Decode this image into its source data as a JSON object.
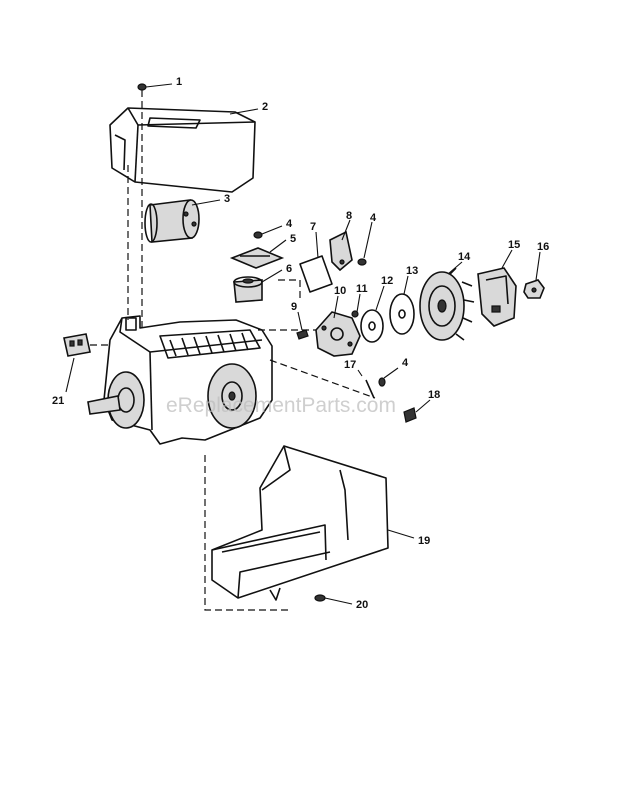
{
  "diagram": {
    "callouts": [
      "1",
      "2",
      "3",
      "4",
      "5",
      "6",
      "7",
      "8",
      "4",
      "9",
      "10",
      "11",
      "12",
      "13",
      "14",
      "15",
      "16",
      "17",
      "4",
      "18",
      "19",
      "20",
      "21"
    ],
    "watermark": "eReplacementParts.com"
  }
}
